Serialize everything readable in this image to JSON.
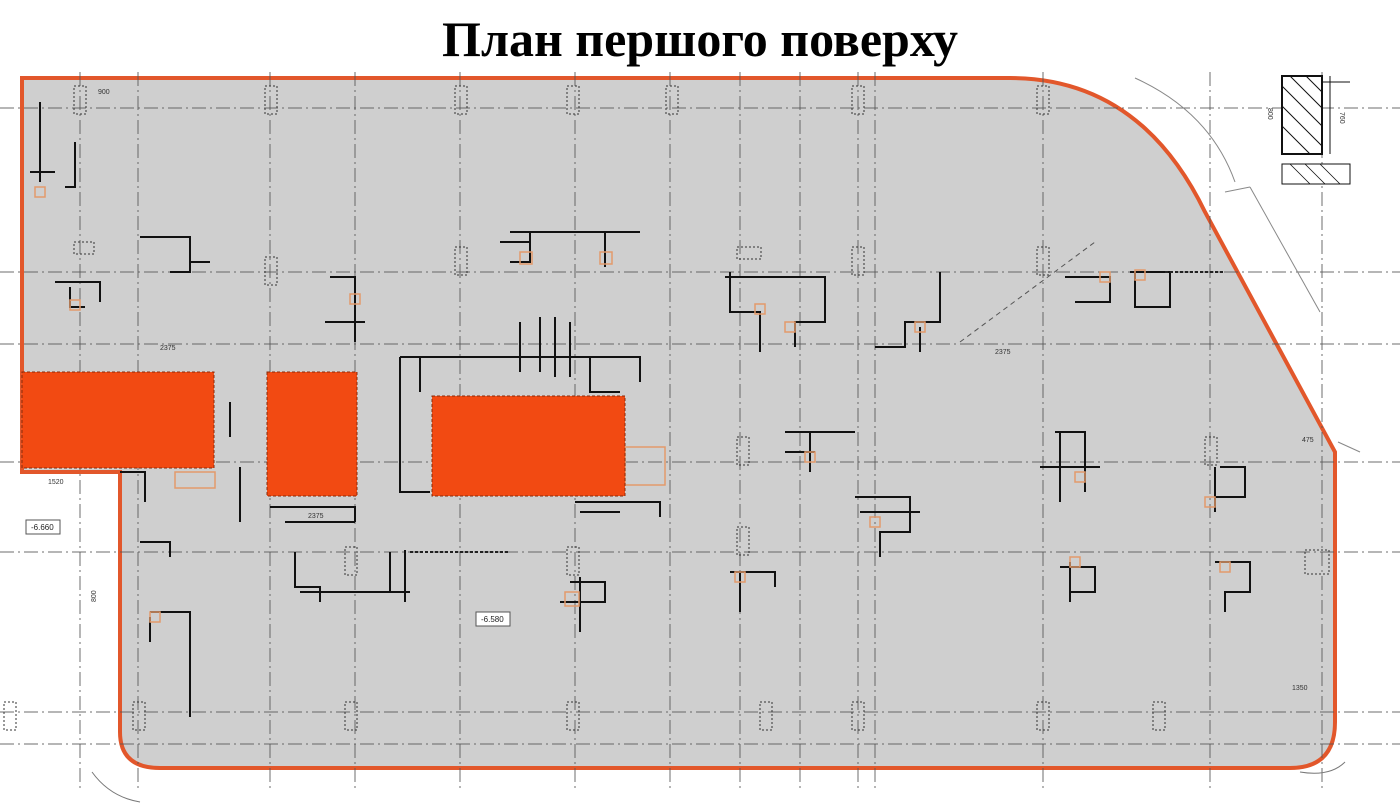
{
  "title": "План першого поверху",
  "colors": {
    "slab_fill": "#cfcfcf",
    "outline": "#e2572b",
    "openings": "#f24a12",
    "grid": "#555555",
    "walls": "#111111"
  },
  "level_marks": {
    "left": "-6.660",
    "center": "-6.580"
  },
  "dimensions": {
    "top_left": "900",
    "left_span": "2375",
    "left_bottom": "1520",
    "center_bottom": "2375",
    "right_mid": "2375",
    "right_edge": "475",
    "bottom_right": "1350",
    "left_vertical": "800",
    "corner_top": "800",
    "corner_right": "760"
  }
}
